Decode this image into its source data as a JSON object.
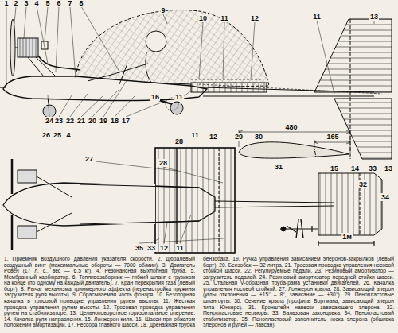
{
  "diagram": {
    "caption": "1. Приемник воздушного давления указателя скорости. 2. Дюралевый воздушный винт (максимальные обороты — 7000 об/мин). 3. Двигатель Ровен (17 л. с., вес — 6,5 кг). 4. Резонансная выхлопная труба. 5. Мембранный карбюратор. 6. Топливозаборник — гибкий шланг с грузиком на конце (по одному на каждый двигатель). 7. Кран перекрытия газа (левый борт). 8. Рычаг механизма триммерного эффекта (перенастройка пружины загрузителя руля высоты). 9. Сбрасываемая часть фонаря. 10. Безопорная качалка в тросовой проводке управления рулем высоты. 11. Жесткая проводка управления рулем высоты. 12. Тросовая проводка управления рулем на стабилизаторе. 13. Цельноповоротное горизонтальное оперение. 14. Качалка руля направления. 15. Лонжерон киля. 16. Шасси при обжатом положении амортизации. 17. Рессора главного шасси. 18. Дренажная трубка бензобака. 19. Ручка управления зависанием элеронов-закрылков (левый борт). 20. Бензобак — 32 литра. 21. Тросовая проводка управления носовой стойкой шасси. 22. Регулируемые педали. 23. Резиновый амортизатор — загрузитель педалей. 24. Резиновый амортизатор передней стойки шасси. 25. Стальная V-образная труба-рама установки двигателей. 26. Качалка управления носовой стойкой. 27. Лонжерон крыла. 28. Зависающий элерон (углы отклонения — +15° – 8°, зависание — +30°). 29. Пенопластовые шпангоуты. 30. Сечение крыла (профиль Вортмана, зависающий элерон типа Юнкерс). 31. Кронштейн навески зависающего элерона. 32. Пенопластовые нервюры. 33. Бальзовая законцовка. 34. Пенопластовый стабилизатор. 35. Пенопластовый заполнитель носка элерона (обшивка элеронов и рулей — лавсан).",
    "labels": [
      "1",
      "2",
      "3",
      "4",
      "5",
      "6",
      "7",
      "8",
      "9",
      "10",
      "11",
      "12",
      "11",
      "13",
      "24",
      "23",
      "22",
      "21",
      "20",
      "19",
      "18",
      "17",
      "16",
      "11",
      "15",
      "14",
      "33",
      "13",
      "26",
      "25",
      "4",
      "28",
      "11",
      "12",
      "29",
      "30",
      "31",
      "480",
      "165",
      "32",
      "34",
      "27",
      "28",
      "35",
      "33",
      "12",
      "11",
      "1м"
    ]
  }
}
